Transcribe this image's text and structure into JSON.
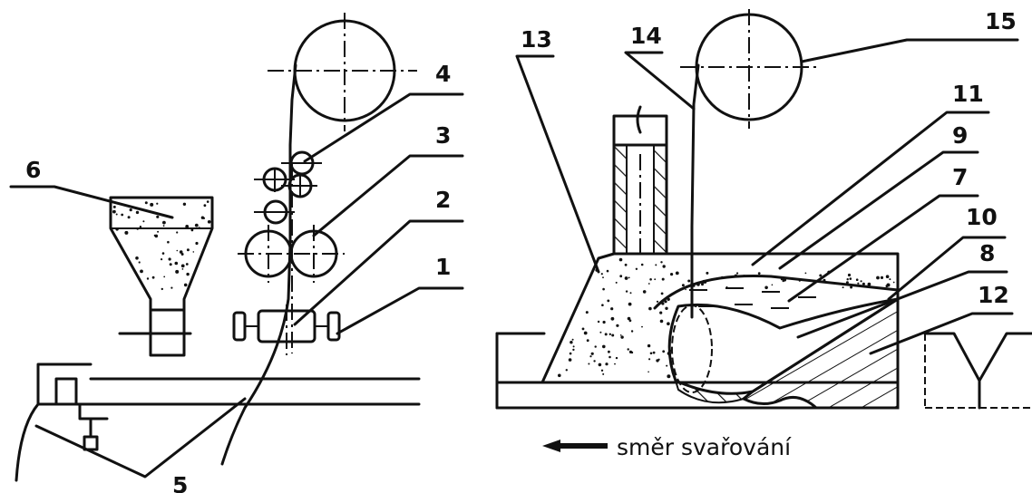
{
  "labels": {
    "n1": "1",
    "n2": "2",
    "n3": "3",
    "n4": "4",
    "n5": "5",
    "n6": "6",
    "n7": "7",
    "n8": "8",
    "n9": "9",
    "n10": "10",
    "n11": "11",
    "n12": "12",
    "n13": "13",
    "n14": "14",
    "n15": "15"
  },
  "caption": "směr svařování",
  "colors": {
    "ink": "#111111",
    "background": "#ffffff"
  }
}
